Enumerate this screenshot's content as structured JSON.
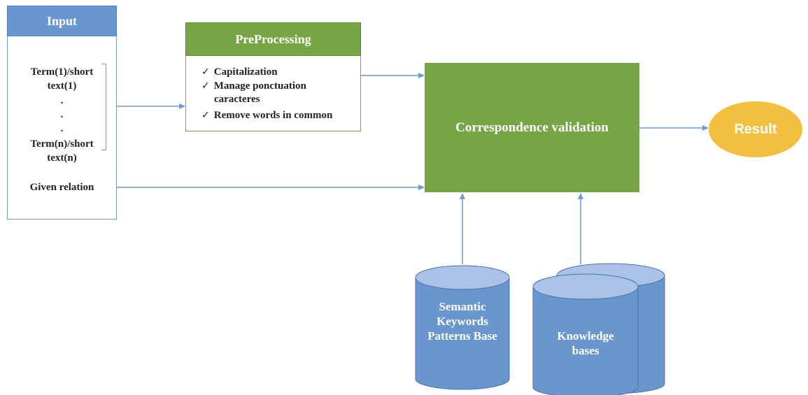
{
  "input": {
    "title": "Input",
    "term1_line1": "Term(1)/short",
    "term1_line2": "text(1)",
    "dot1": ".",
    "dot2": ".",
    "dot3": ".",
    "termn_line1": "Term(n)/short",
    "termn_line2": "text(n)",
    "given_relation": "Given relation"
  },
  "preprocessing": {
    "title": "PreProcessing",
    "check_mark": "✓",
    "items": [
      {
        "line1": "Capitalization",
        "line2": ""
      },
      {
        "line1": "Manage ponctuation",
        "line2": "caracteres"
      },
      {
        "line1": "Remove words in common",
        "line2": ""
      }
    ]
  },
  "validation": {
    "label": "Correspondence validation"
  },
  "result": {
    "label": "Result"
  },
  "databases": {
    "semantic": {
      "line1": "Semantic",
      "line2": "Keywords",
      "line3": "Patterns Base"
    },
    "knowledge": {
      "line1": "Knowledge",
      "line2": "bases"
    }
  },
  "colors": {
    "blue": "#6a96cf",
    "green": "#77a444",
    "yellow": "#f2bf3f",
    "arrow": "#6f99cf"
  }
}
